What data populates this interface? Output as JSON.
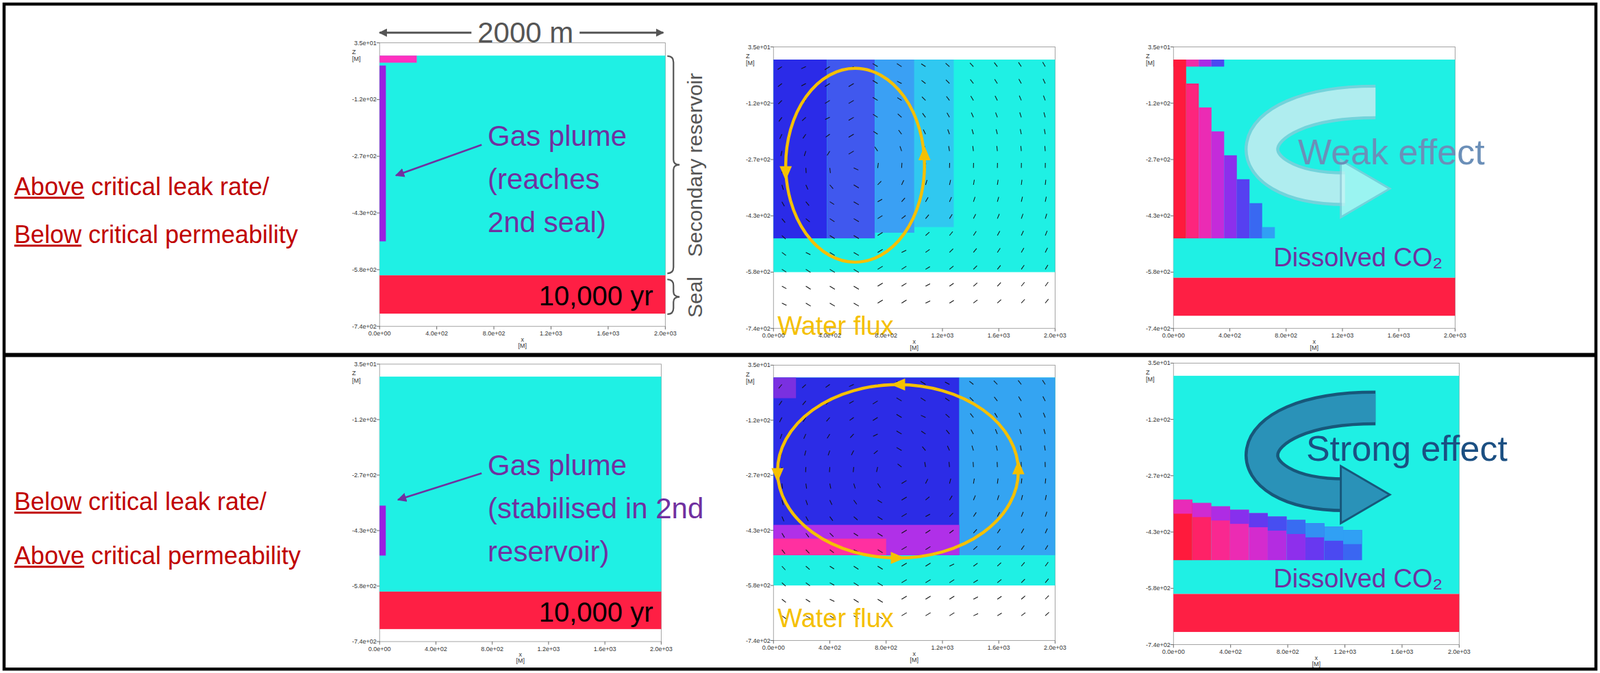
{
  "diagram": {
    "labels": [
      "Above",
      "critical leak rate/",
      "Below",
      "critical permeability",
      "2000 m",
      "Gas plume (reaches 2nd seal)",
      "Secondary reservoir",
      "Seal",
      "10,000 yr",
      "Water flux",
      "Weak effect",
      "Dissolved CO₂",
      "Below",
      "critical leak rate/",
      "Above",
      "critical permeability",
      "Gas plume (stabilised in 2nd reservoir)",
      "10,000 yr",
      "Water flux",
      "Strong effect",
      "Dissolved CO₂",
      "Z",
      "[M]",
      "3.5e+01",
      "-1.2e+02",
      "-2.7e+02",
      "-4.3e+02",
      "-5.8e+02",
      "-7.4e+02",
      "0.0e+00",
      "4.0e+02",
      "8.0e+02",
      "1.2e+03",
      "1.6e+03",
      "2.0e+03",
      "x",
      "[M]",
      "Z",
      "[M]",
      "3.5e+01",
      "-1.2e+02",
      "-2.7e+02",
      "-4.3e+02",
      "-5.8e+02",
      "-7.4e+02",
      "0.0e+00",
      "4.0e+02",
      "8.0e+02",
      "1.2e+03",
      "1.6e+03",
      "2.0e+03",
      "x",
      "[M]",
      "Z",
      "[M]",
      "3.5e+01",
      "-1.2e+02",
      "-2.7e+02",
      "-4.3e+02",
      "-5.8e+02",
      "-7.4e+02",
      "0.0e+00",
      "4.0e+02",
      "8.0e+02",
      "1.2e+03",
      "1.6e+03",
      "2.0e+03",
      "x",
      "[M]",
      "Z",
      "[M]",
      "3.5e+01",
      "-1.2e+02",
      "-2.7e+02",
      "-4.3e+02",
      "-5.8e+02",
      "-7.4e+02",
      "0.0e+00",
      "4.0e+02",
      "8.0e+02",
      "1.2e+03",
      "1.6e+03",
      "2.0e+03",
      "x",
      "[M]",
      "Z",
      "[M]",
      "3.5e+01",
      "-1.2e+02",
      "-2.7e+02",
      "-4.3e+02",
      "-5.8e+02",
      "-7.4e+02",
      "0.0e+00",
      "4.0e+02",
      "8.0e+02",
      "1.2e+03",
      "1.6e+03",
      "2.0e+03",
      "x",
      "[M]",
      "Z",
      "[M]",
      "3.5e+01",
      "-1.2e+02",
      "-2.7e+02",
      "-4.3e+02",
      "-5.8e+02",
      "-7.4e+02",
      "0.0e+00",
      "4.0e+02",
      "8.0e+02",
      "1.2e+03",
      "1.6e+03",
      "2.0e+03",
      "x",
      "[M]"
    ]
  }
}
